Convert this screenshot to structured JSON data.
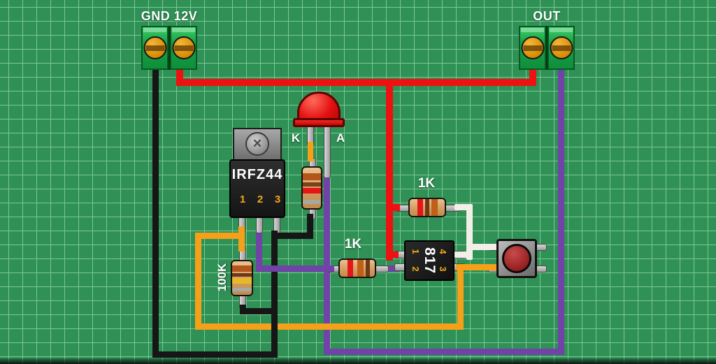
{
  "board": {
    "background": "#2f9155",
    "grid_line": "#7cc795"
  },
  "wire_colors": {
    "red": "#ee1111",
    "black": "#161616",
    "purple": "#7142a8",
    "orange": "#f5a018",
    "white": "#f2efe8"
  },
  "terminals": {
    "input": {
      "label": "GND 12V"
    },
    "output": {
      "label": "OUT"
    }
  },
  "mosfet": {
    "part": "IRFZ44",
    "pins": [
      "1",
      "2",
      "3"
    ],
    "screw_mark": "✕"
  },
  "led": {
    "cathode": "K",
    "anode": "A",
    "color": "#e31212"
  },
  "resistors": {
    "opto_input": {
      "label": "1K"
    },
    "gate_series": {
      "label": "1K"
    },
    "gate_pulldown": {
      "label": "100K"
    },
    "led_series": {
      "label": ""
    }
  },
  "optocoupler": {
    "part": "817",
    "pin1": "1",
    "pin2": "2",
    "pin3": "3",
    "pin4": "4"
  }
}
